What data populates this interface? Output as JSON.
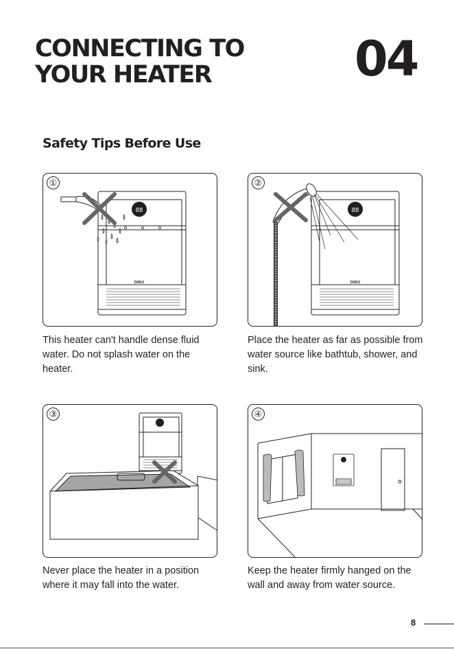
{
  "header": {
    "title_lines": [
      "CONNECTING TO",
      "YOUR HEATER"
    ],
    "chapter_number": "04"
  },
  "section_title": "Safety Tips Before Use",
  "tips": [
    {
      "number": "①",
      "text": "This heater can't handle dense fluid water. Do not splash water on the heater."
    },
    {
      "number": "②",
      "text": "Place the heater as far as possible from water source like bathtub, shower, and sink."
    },
    {
      "number": "③",
      "text": "Never place the heater in a position where it may fall into the water."
    },
    {
      "number": "④",
      "text": "Keep the heater firmly hanged on the wall and away from water source."
    }
  ],
  "heater": {
    "display": "88",
    "brand": "DREO"
  },
  "page_number": "8"
}
